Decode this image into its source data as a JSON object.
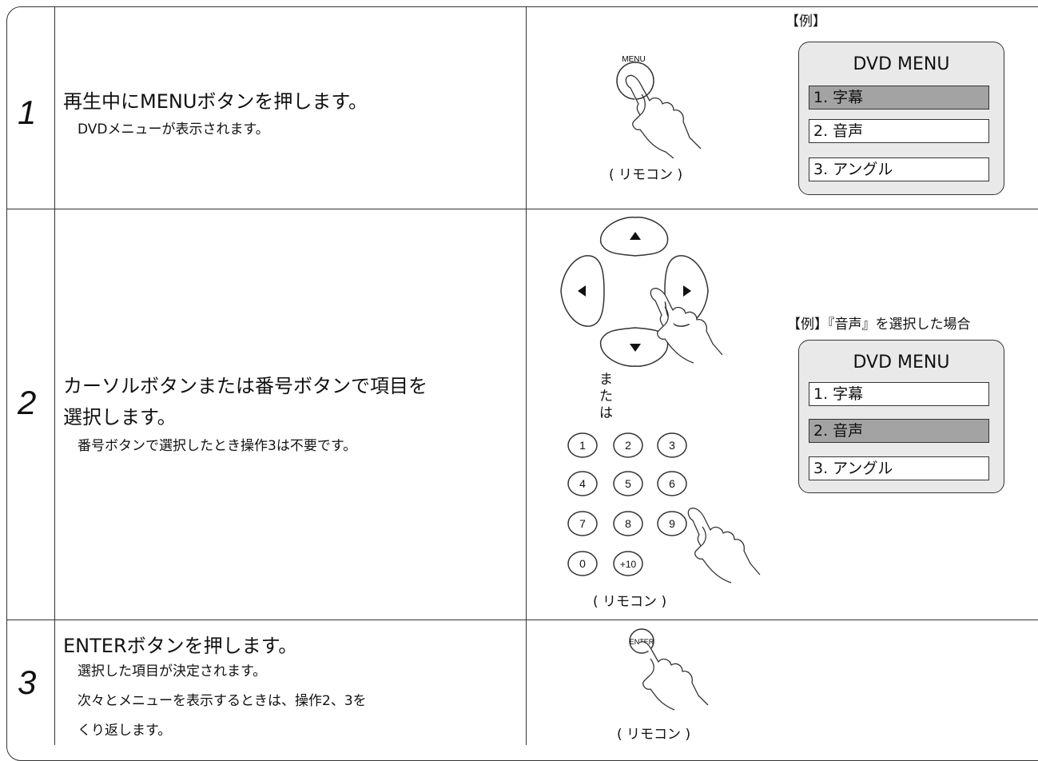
{
  "steps": [
    {
      "number": "1",
      "title": "再生中にMENUボタンを押します。",
      "notes": [
        "DVDメニューが表示されます。"
      ],
      "remote_caption": "( リモコン )",
      "button_label": "MENU",
      "example_label": "【例】",
      "menu": {
        "title": "DVD MENU",
        "items": [
          "1. 字幕",
          "2. 音声",
          "3. アングル"
        ],
        "highlighted": "1. 字幕"
      }
    },
    {
      "number": "2",
      "title_lines": [
        "カーソルボタンまたは番号ボタンで項目を",
        "選択します。"
      ],
      "notes": [
        "番号ボタンで選択したとき操作3は不要です。"
      ],
      "or_text": [
        "ま",
        "た",
        "は"
      ],
      "number_keys": [
        "1",
        "2",
        "3",
        "4",
        "5",
        "6",
        "7",
        "8",
        "9",
        "0",
        "+10"
      ],
      "remote_caption": "( リモコン )",
      "example_label": "【例】『音声』を選択した場合",
      "menu": {
        "title": "DVD MENU",
        "items": [
          "1. 字幕",
          "2. 音声",
          "3. アングル"
        ],
        "highlighted": "2. 音声"
      }
    },
    {
      "number": "3",
      "title": "ENTERボタンを押します。",
      "notes": [
        "選択した項目が決定されます。",
        "次々とメニューを表示するときは、操作2、3を",
        "くり返します。"
      ],
      "button_label": "ENTER",
      "remote_caption": "( リモコン )"
    }
  ]
}
